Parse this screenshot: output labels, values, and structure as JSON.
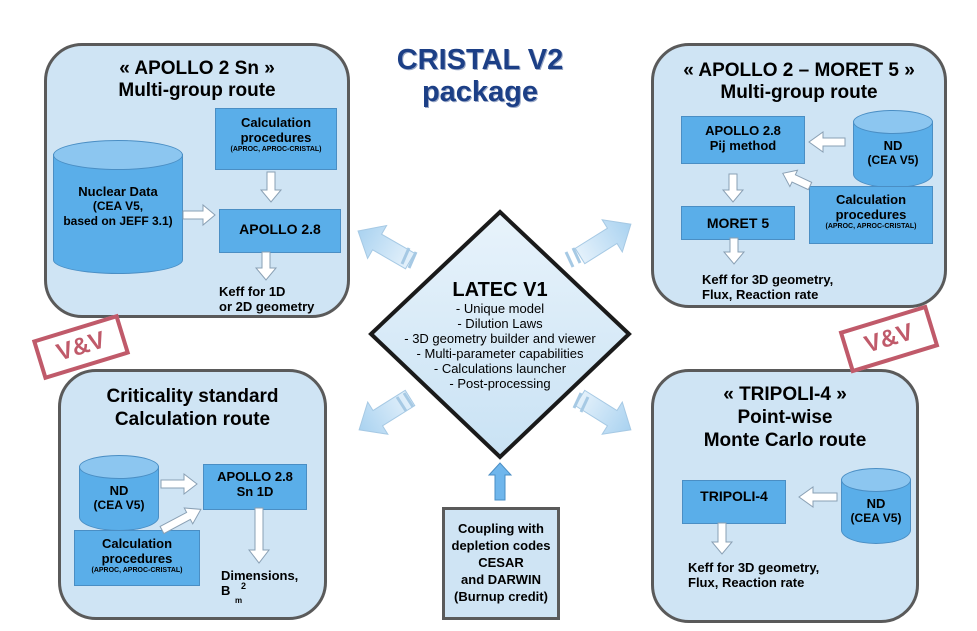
{
  "title_line1": "CRISTAL V2",
  "title_line2": "package",
  "center": {
    "title": "LATEC V1",
    "items": [
      "- Unique model",
      "- Dilution Laws",
      "- 3D geometry builder and viewer",
      "- Multi-parameter capabilities",
      "- Calculations launcher",
      "- Post-processing"
    ]
  },
  "coupling": {
    "l1": "Coupling with",
    "l2": "depletion codes",
    "l3": "CESAR",
    "l4": "and DARWIN",
    "l5": "(Burnup credit)"
  },
  "stamp_text": "V&V",
  "sn_route": {
    "title1": "« APOLLO 2 Sn »",
    "title2": "Multi-group route",
    "nd_l1": "Nuclear Data",
    "nd_l2": "(CEA V5,",
    "nd_l3": "based on JEFF 3.1)",
    "proc_l1": "Calculation",
    "proc_l2": "procedures",
    "proc_small": "(APROC, APROC-CRISTAL)",
    "apollo": "APOLLO 2.8",
    "out1": "Keff for 1D",
    "out2": "or 2D geometry"
  },
  "moret_route": {
    "title1": "« APOLLO 2 – MORET 5 »",
    "title2": "Multi-group route",
    "apollo1": "APOLLO 2.8",
    "apollo2": "Pij method",
    "nd1": "ND",
    "nd2": "(CEA V5)",
    "moret": "MORET 5",
    "proc_l1": "Calculation",
    "proc_l2": "procedures",
    "proc_small": "(APROC, APROC-CRISTAL)",
    "out1": "Keff for 3D geometry,",
    "out2": "Flux, Reaction rate"
  },
  "std_route": {
    "title1": "Criticality standard",
    "title2": "Calculation route",
    "nd1": "ND",
    "nd2": "(CEA V5)",
    "apollo1": "APOLLO 2.8",
    "apollo2": "Sn 1D",
    "proc_l1": "Calculation",
    "proc_l2": "procedures",
    "proc_small": "(APROC, APROC-CRISTAL)",
    "out1": "Dimensions,",
    "out2": "B",
    "out2_sup": "2",
    "out2_sub": "m"
  },
  "tripoli_route": {
    "title1": "« TRIPOLI-4 »",
    "title2": "Point-wise",
    "title3": "Monte Carlo route",
    "code": "TRIPOLI-4",
    "nd1": "ND",
    "nd2": "(CEA V5)",
    "out1": "Keff for 3D geometry,",
    "out2": "Flux, Reaction rate"
  }
}
